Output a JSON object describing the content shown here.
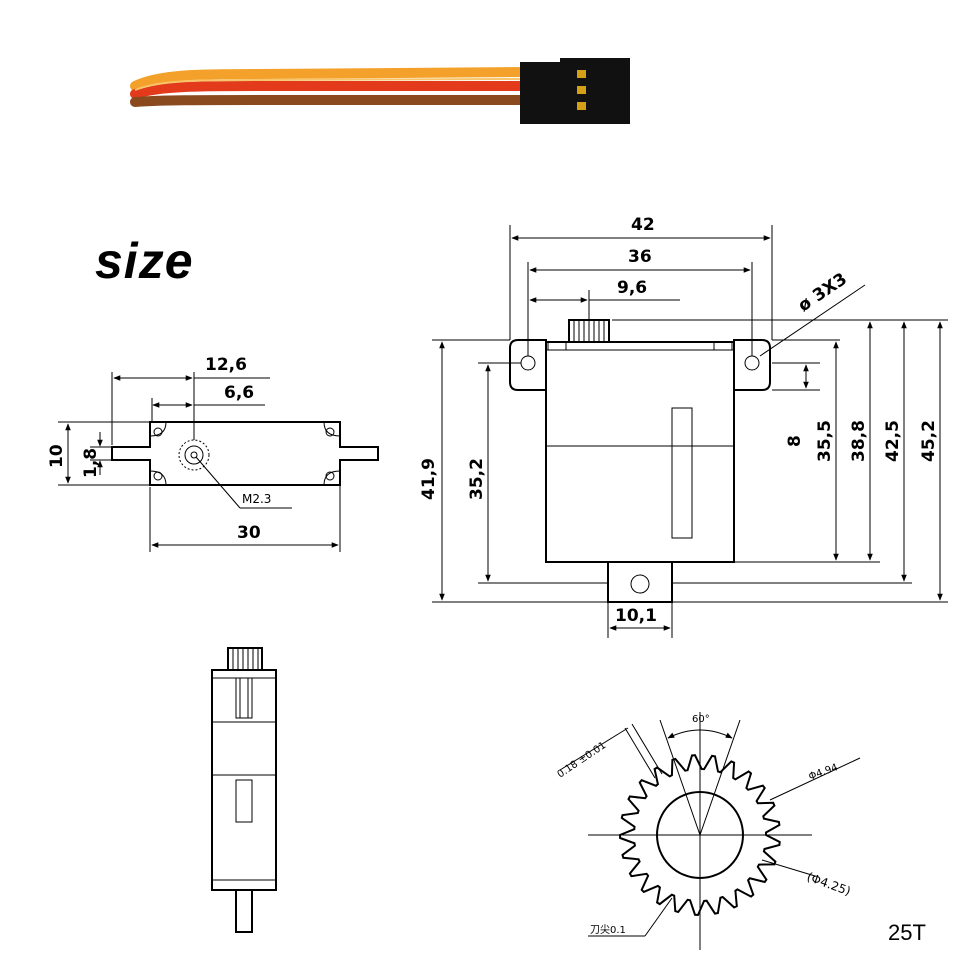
{
  "title": "size",
  "colors": {
    "wire_orange": "#f3a12a",
    "wire_red": "#e23a1a",
    "wire_brown": "#8a4a1e",
    "connector": "#111111",
    "pins": "#d4a017"
  },
  "top_view": {
    "dims": {
      "d12_6": "12,6",
      "d6_6": "6,6",
      "d10": "10",
      "d1_8": "1,8",
      "d30": "30"
    },
    "shaft_label": "M2.3"
  },
  "side_view": {
    "dims": {
      "d42": "42",
      "d36": "36",
      "d9_6": "9,6",
      "hole": "ø 3X3",
      "d8": "8",
      "d35_5": "35,5",
      "d38_8": "38,8",
      "d42_5": "42,5",
      "d45_2": "45,2",
      "d41_9": "41,9",
      "d35_2": "35,2",
      "d10_1": "10,1"
    }
  },
  "gear": {
    "angle": "60°",
    "tolerance": "0.18 ±0.01",
    "outer_dia": "Φ4.94",
    "root_dia": "(Φ4.25)",
    "tip_note": "刀尖0.1",
    "teeth": "25T"
  }
}
